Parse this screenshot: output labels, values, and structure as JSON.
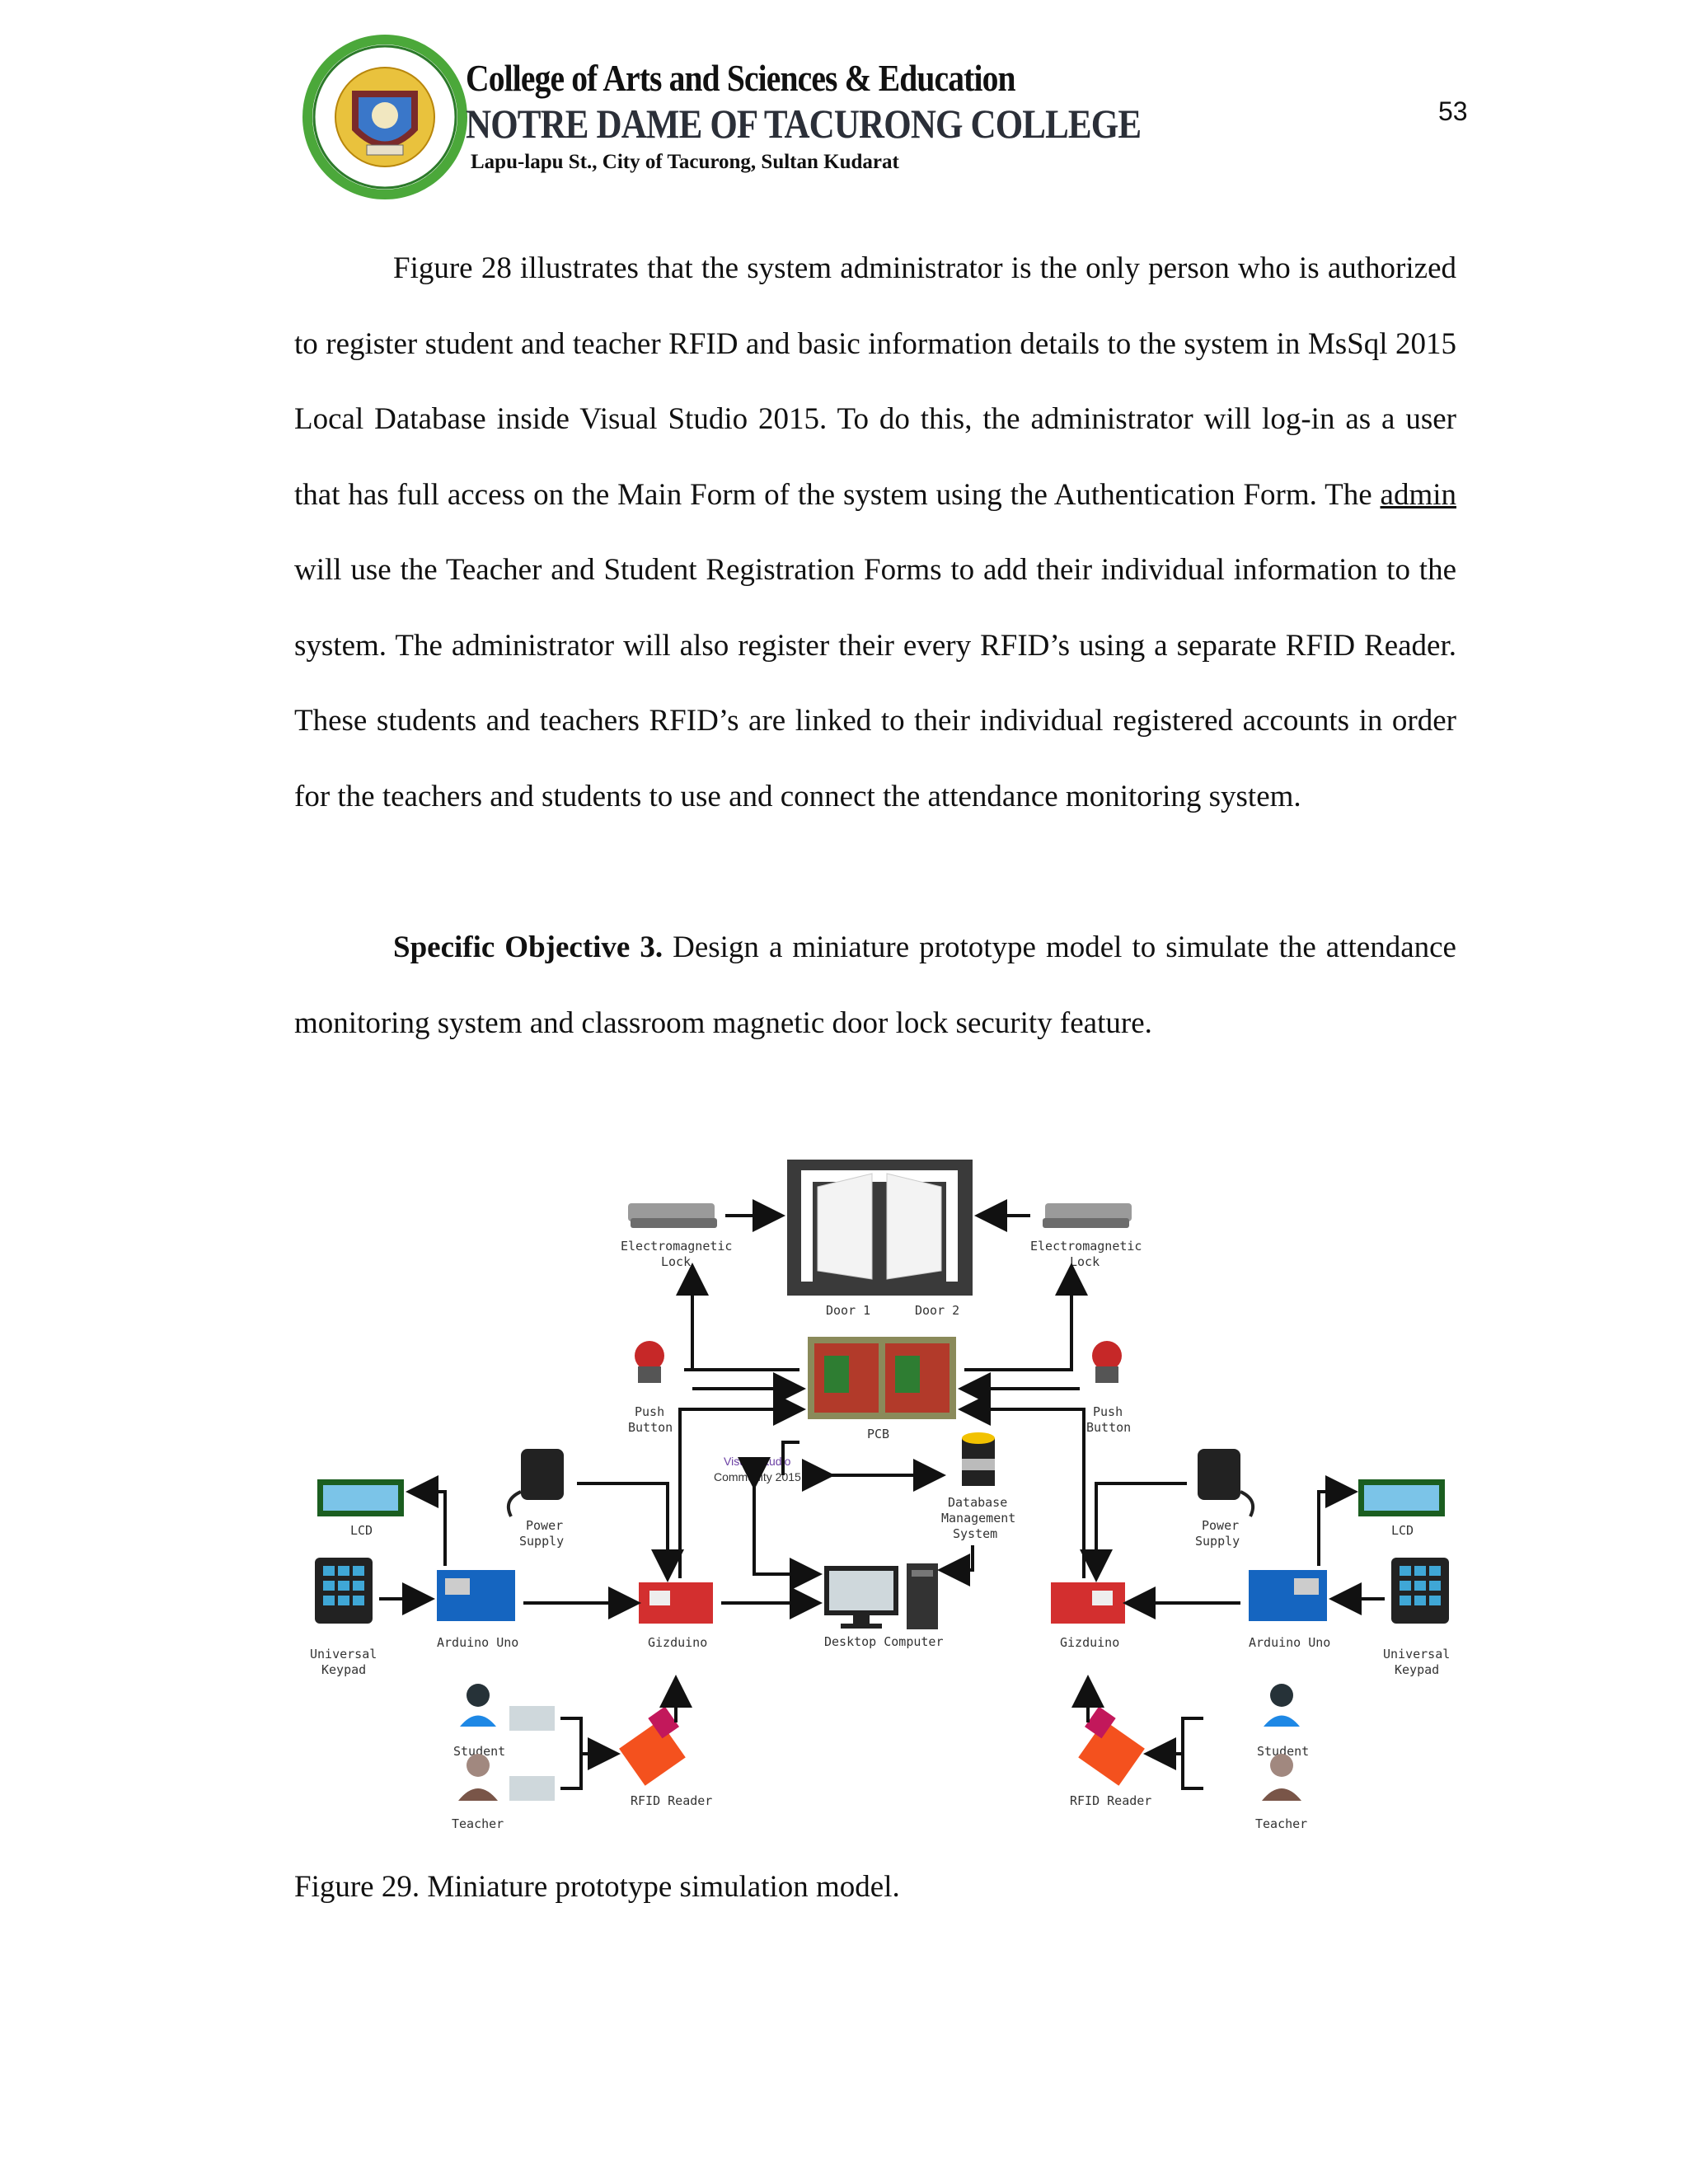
{
  "header": {
    "line1": "College of Arts and Sciences & Education",
    "line2": "NOTRE DAME OF TACURONG COLLEGE",
    "line3": "Lapu-lapu St.,  City of Tacurong, Sultan Kudarat",
    "page_number": "53"
  },
  "body": {
    "paragraph1": {
      "text_before_link": "Figure 28 illustrates that the system administrator is the only person who is authorized to register student and teacher RFID and basic information details to the system in MsSql 2015 Local Database inside Visual Studio 2015. To do this, the administrator will log-in as a user that has full access on the Main Form of the system using the Authentication Form. The ",
      "underlined_word": "admin",
      "text_after_link": " will use the Teacher and Student Registration Forms to add their individual information to the system. The administrator will also register their every RFID’s using a separate RFID Reader. These students and teachers RFID’s are linked to their individual registered accounts in order for the teachers and students to use and connect the attendance monitoring system."
    },
    "paragraph2": {
      "heading": "Specific Objective 3.",
      "text": " Design a miniature prototype model to simulate the attendance monitoring system and classroom magnetic door lock security feature."
    }
  },
  "figure": {
    "labels": {
      "em_lock": "Electromagnetic",
      "lock": "Lock",
      "door1": "Door 1",
      "door2": "Door 2",
      "push": "Push",
      "button": "Button",
      "pcb": "PCB",
      "vs_name": "Visual Studio",
      "vs_edition": "Community 2015",
      "db1": "Database",
      "db2": "Management",
      "db3": "System",
      "lcd": "LCD",
      "power": "Power",
      "supply": "Supply",
      "universal": "Universal",
      "keypad": "Keypad",
      "arduino": "Arduino Uno",
      "gizduino": "Gizduino",
      "desktop": "Desktop Computer",
      "student": "Student",
      "teacher": "Teacher",
      "rfid": "RFID Reader"
    }
  },
  "caption": "Figure 29. Miniature prototype simulation model."
}
